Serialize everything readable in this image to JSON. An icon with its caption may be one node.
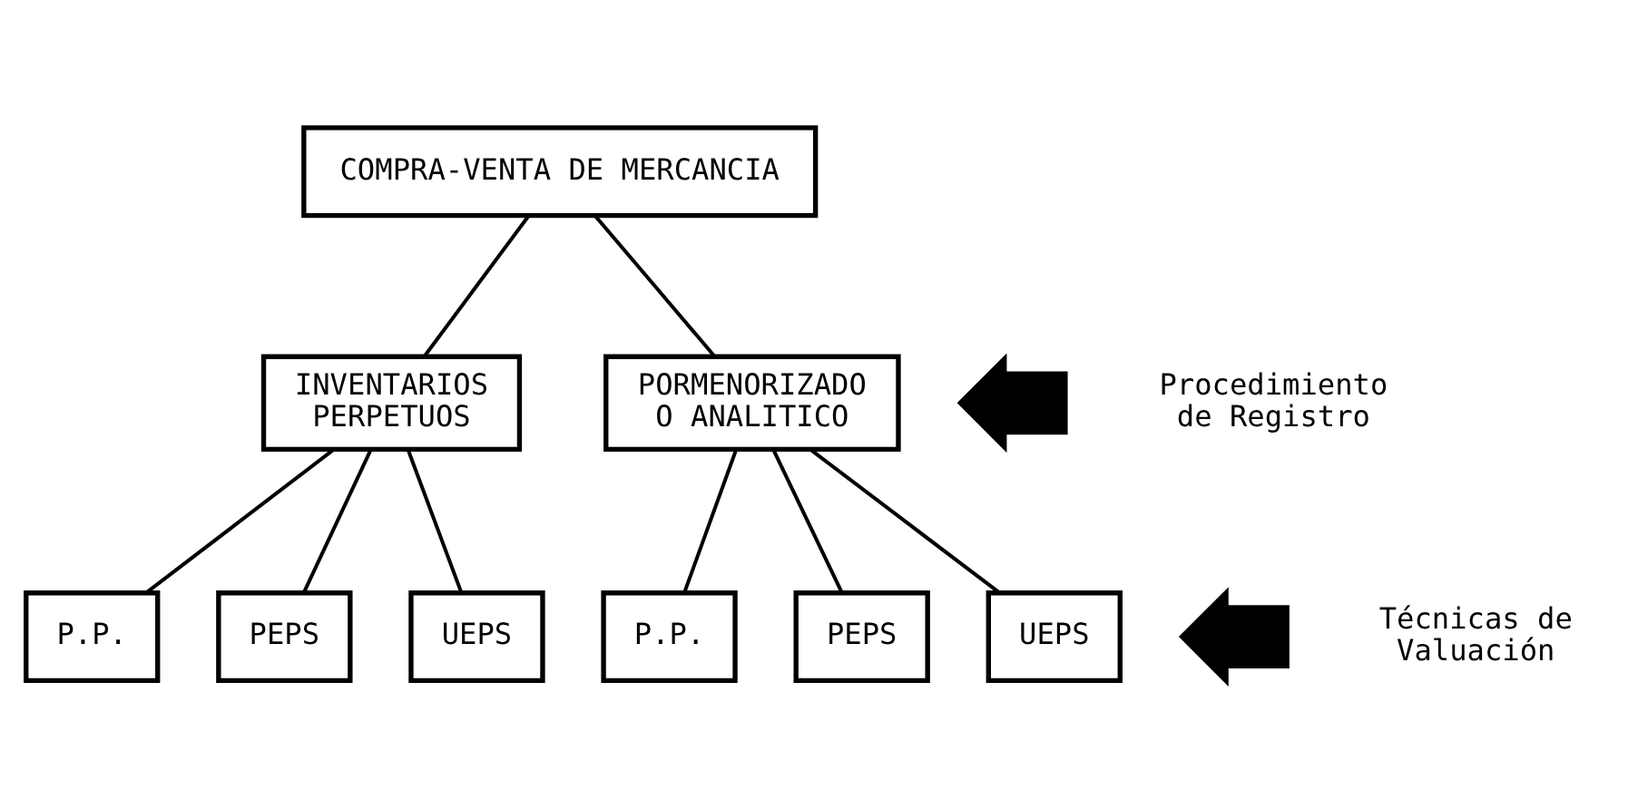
{
  "diagram": {
    "nodes": [
      {
        "text": [
          "COMPRA-VENTA DE MERCANCIA"
        ]
      },
      {
        "text": [
          "INVENTARIOS PERPETUOS"
        ]
      },
      {
        "text": [
          "PORMENORIZADO O ANALITICO"
        ]
      },
      {
        "text": [
          "P.P."
        ]
      },
      {
        "text": [
          "PEPS"
        ]
      },
      {
        "text": [
          "UEPS"
        ]
      },
      {
        "text": [
          "P.P."
        ]
      },
      {
        "text": [
          "PEPS"
        ]
      },
      {
        "text": [
          "UEPS"
        ]
      },
      {
        "text": [],
        "shape": "arrow",
        "beside": [
          "Procedimiento de Registro"
        ]
      },
      {
        "text": [],
        "shape": "arrow",
        "beside": [
          "Técnicas de Valuación"
        ]
      }
    ],
    "edges": [
      {
        "from": 0,
        "to": 1,
        "arrow": "none"
      },
      {
        "from": 0,
        "to": 2,
        "arrow": "none"
      },
      {
        "from": 1,
        "to": 3,
        "arrow": "none"
      },
      {
        "from": 1,
        "to": 4,
        "arrow": "none"
      },
      {
        "from": 1,
        "to": 5,
        "arrow": "none"
      },
      {
        "from": 2,
        "to": 6,
        "arrow": "none"
      },
      {
        "from": 2,
        "to": 7,
        "arrow": "none"
      },
      {
        "from": 2,
        "to": 8,
        "arrow": "none"
      }
    ]
  }
}
